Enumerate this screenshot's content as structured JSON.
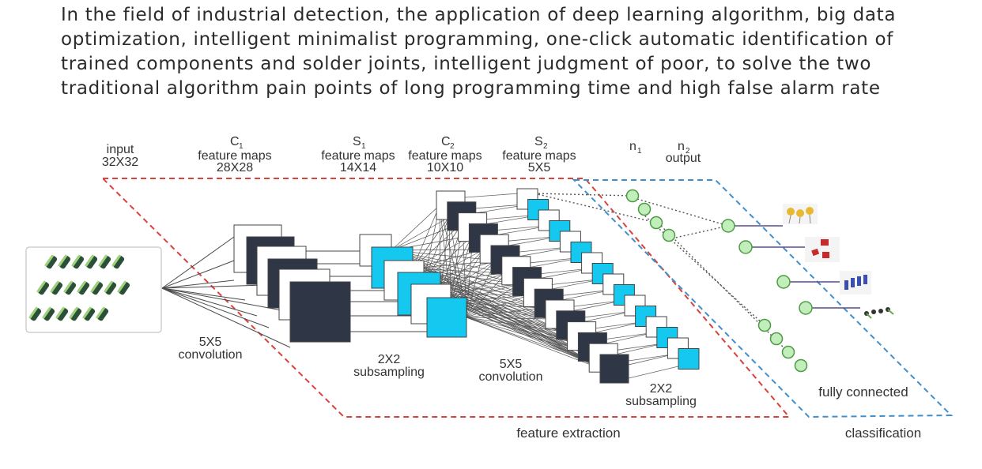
{
  "intro_lines": [
    "In the field of industrial detection, the application of deep learning algorithm, big data",
    "optimization, intelligent minimalist programming, one-click automatic identification of",
    "trained components and solder joints, intelligent judgment of poor, to solve the two",
    "traditional algorithm pain points of long programming time and high false alarm rate"
  ],
  "diagram": {
    "input": {
      "name": "input",
      "size": "32X32"
    },
    "c1": {
      "base": "C",
      "index": "1",
      "text": "feature maps",
      "size": "28X28"
    },
    "s1": {
      "base": "S",
      "index": "1",
      "text": "feature maps",
      "size": "14X14"
    },
    "c2": {
      "base": "C",
      "index": "2",
      "text": "feature maps",
      "size": "10X10"
    },
    "s2": {
      "base": "S",
      "index": "2",
      "text": "feature maps",
      "size": "5X5"
    },
    "n1": {
      "base": "n",
      "index": "1"
    },
    "n2": {
      "base": "n",
      "index": "2",
      "text": "output"
    },
    "op1": {
      "size": "5X5",
      "name": "convolution"
    },
    "op2": {
      "size": "2X2",
      "name": "subsampling"
    },
    "op3": {
      "size": "5X5",
      "name": "convolution"
    },
    "op4": {
      "size": "2X2",
      "name": "subsampling"
    },
    "fully_connected": "fully connected",
    "feature_extraction": "feature extraction",
    "classification": "classification"
  },
  "colors": {
    "dark_map": "#2f3646",
    "cyan_map": "#14c8ef",
    "neuron_fill": "#c2eebb",
    "neuron_stroke": "#4d9a45",
    "red_dash": "#d9423d",
    "blue_dash": "#3f8fcf"
  }
}
